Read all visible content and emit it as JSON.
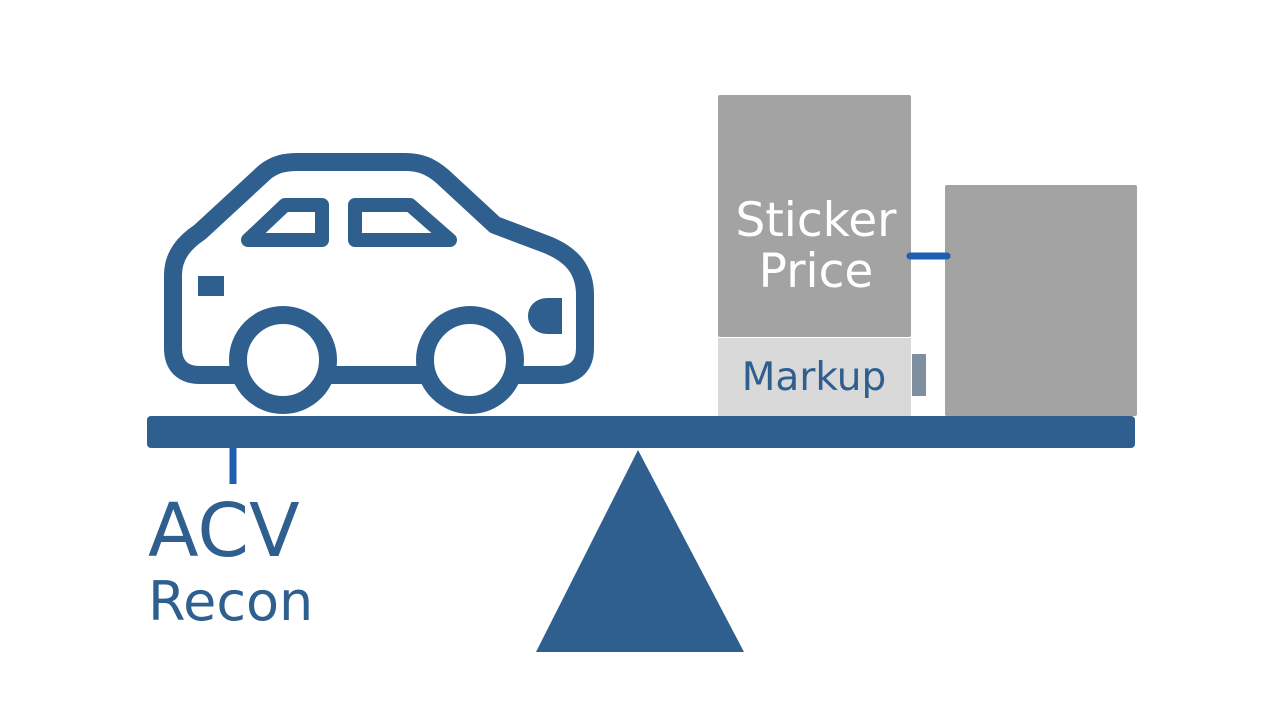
{
  "labels": {
    "sticker_line1": "Sticker",
    "sticker_line2": "Price",
    "markup": "Markup",
    "acv": "ACV",
    "recon": "Recon"
  },
  "icons": {
    "car": "car-icon"
  },
  "colors": {
    "primary": "#2f5f8f",
    "connector": "#1f5fb0",
    "box_dark": "#a3a3a3",
    "box_light": "#d9d9d9",
    "box_marker": "#7f8f9f",
    "sticker_text": "#ffffff",
    "markup_text": "#2f5f8f",
    "background": "#ffffff"
  }
}
